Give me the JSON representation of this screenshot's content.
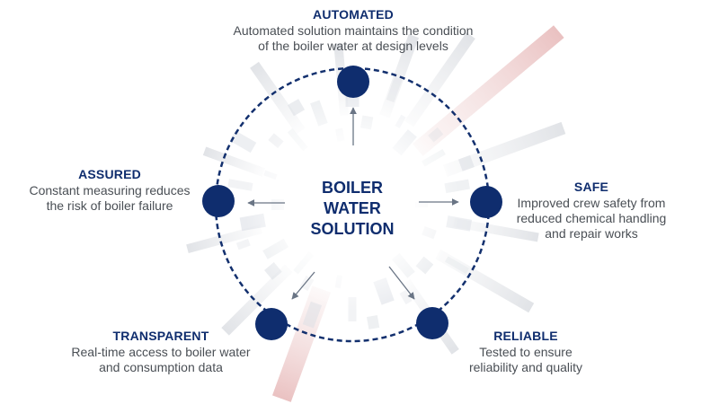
{
  "colors": {
    "accent": "#0f2d6e",
    "text": "#4a4f55",
    "ring": "#13306e",
    "arrow": "#6a7585"
  },
  "center": {
    "line1": "BOILER",
    "line2": "WATER",
    "line3": "SOLUTION"
  },
  "nodes": [
    {
      "id": "automated",
      "title": "AUTOMATED",
      "desc_line1": "Automated solution maintains the condition",
      "desc_line2": "of the boiler water at design levels"
    },
    {
      "id": "safe",
      "title": "SAFE",
      "desc_line1": "Improved crew safety from",
      "desc_line2": "reduced chemical handling",
      "desc_line3": "and repair works"
    },
    {
      "id": "reliable",
      "title": "RELIABLE",
      "desc_line1": "Tested to ensure",
      "desc_line2": "reliability and quality"
    },
    {
      "id": "transparent",
      "title": "TRANSPARENT",
      "desc_line1": "Real-time access to boiler water",
      "desc_line2": "and consumption data"
    },
    {
      "id": "assured",
      "title": "ASSURED",
      "desc_line1": "Constant measuring reduces",
      "desc_line2": "the risk of boiler failure"
    }
  ]
}
